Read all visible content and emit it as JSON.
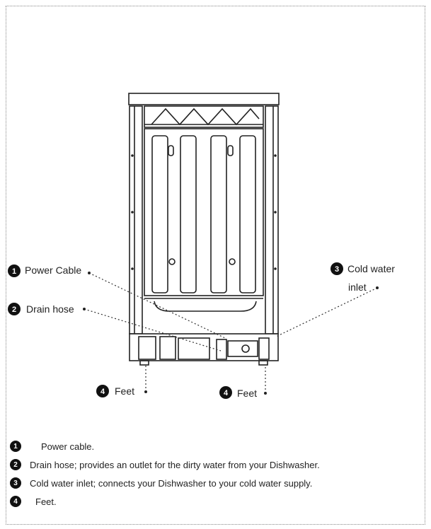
{
  "callouts": [
    {
      "num": "1",
      "label": "Power Cable"
    },
    {
      "num": "2",
      "label": "Drain hose"
    },
    {
      "num": "3",
      "label_line1": "Cold water",
      "label_line2": "inlet"
    },
    {
      "num": "4",
      "label": "Feet"
    },
    {
      "num": "4",
      "label": "Feet"
    }
  ],
  "legend": [
    {
      "num": "1",
      "text": "Power  cable."
    },
    {
      "num": "2",
      "text": "Drain hose; provides an outlet for the dirty water from your Dishwasher."
    },
    {
      "num": "3",
      "text": "Cold water inlet; connects your Dishwasher to your cold water supply."
    },
    {
      "num": "4",
      "text": "Feet."
    }
  ],
  "colors": {
    "line": "#222222",
    "badge": "#111111",
    "background": "#ffffff"
  }
}
